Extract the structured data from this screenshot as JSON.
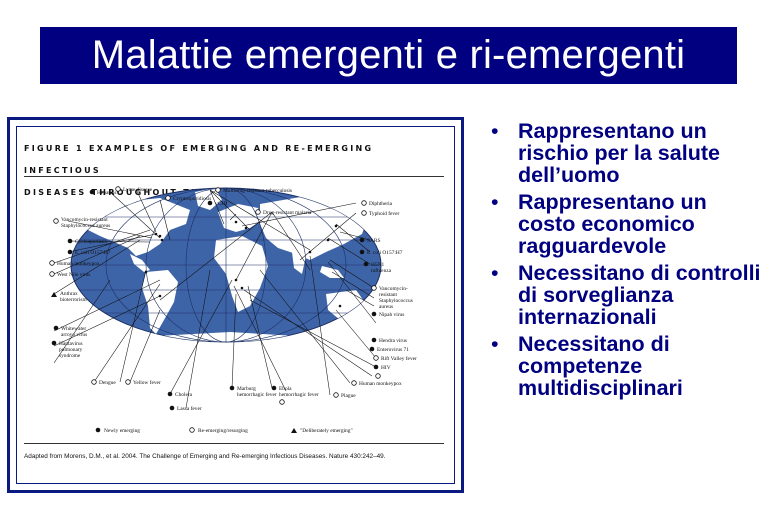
{
  "title": "Malattie emergenti e ri-emergenti",
  "figure": {
    "header_line1": "FIGURE 1 EXAMPLES OF EMERGING AND RE-EMERGING INFECTIOUS",
    "header_line2": "DISEASES THROUGHOUT THE WORLD.",
    "source": "Adapted from Morens, D.M., et al. 2004. The Challenge of Emerging and Re-emerging Infectious Diseases. Nature 430:242–49.",
    "legend": {
      "newly": "Newly emerging",
      "reemerging": "Re-emerging/resurging",
      "deliberate": "\"Deliberately emerging\""
    },
    "labels": {
      "hepatitis_c": "Hepatitis C",
      "lyme": "Lyme disease",
      "crypto": "Cryptosporidiosis",
      "mdr_tb": "Multidrug-resistant tuberculosis",
      "vcjd": "vCJD",
      "drug_malaria": "Drug-resistant malaria",
      "diphtheria": "Diphtheria",
      "typhoid": "Typhoid fever",
      "vanco_west_1": "Vancomycin-resistant",
      "vanco_west_2": "Staphylococcus aureus",
      "cyclospor": "Cyclosporiasis",
      "ecoli_west": "E. coli O157:H7",
      "sars": "SARS",
      "ecoli_east": "E. coli O157:H7",
      "monkeypox_west": "Human monkeypox",
      "west_nile": "West Nile virus",
      "h5n1_1": "H5N1",
      "h5n1_2": "influenza",
      "anthrax_1": "Anthrax",
      "anthrax_2": "bioterrorism",
      "vanco_east_1": "Vancomycin-",
      "vanco_east_2": "resistant",
      "vanco_east_3": "Staphylococcus",
      "vanco_east_4": "aureus",
      "nipah": "Nipah virus",
      "whitewater_1": "Whitewater",
      "whitewater_2": "arroyo virus",
      "hendra": "Hendra virus",
      "hanta_1": "Hantavirus",
      "hanta_2": "pulmonary",
      "hanta_3": "syndrome",
      "entero": "Enterovirus 71",
      "rift": "Rift Valley fever",
      "hiv": "HIV",
      "dengue": "Dengue",
      "yellow": "Yellow fever",
      "cholera": "Cholera",
      "marburg_1": "Marburg",
      "marburg_2": "hemorrhagic fever",
      "ebola_1": "Ebola",
      "ebola_2": "hemorrhagic fever",
      "plague": "Plague",
      "monkeypox_east": "Human monkeypox",
      "lassa": "Lassa fever"
    }
  },
  "bullets": [
    "Rappresentano un rischio per la salute dell’uomo",
    "Rappresentano un costo economico ragguardevole",
    "Necessitano di controlli di sorveglianza internazionali",
    "Necessitano di competenze multidisciplinari"
  ],
  "colors": {
    "title_bg": "#000080",
    "title_text": "#ffffff",
    "bullet_text": "#000080",
    "ocean": "#3e64a8",
    "land": "#ffffff"
  }
}
